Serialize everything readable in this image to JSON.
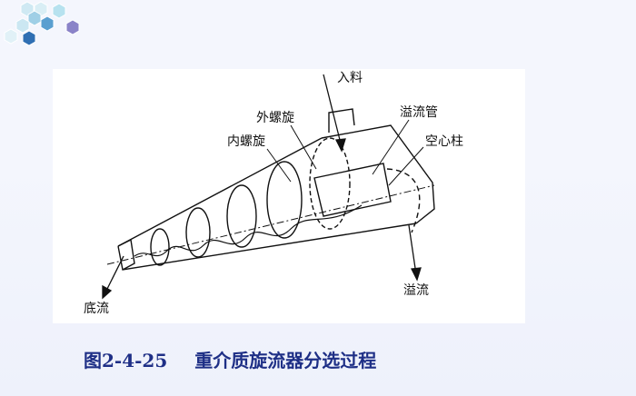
{
  "labels": {
    "feed": "入料",
    "outer_spiral": "外螺旋",
    "inner_spiral": "内螺旋",
    "overflow_pipe": "溢流管",
    "air_core": "空心柱",
    "underflow": "底流",
    "overflow": "溢流"
  },
  "caption": {
    "number": "图2-4-25",
    "title": "重介质旋流器分选过程"
  },
  "colors": {
    "caption": "#1e2f86",
    "hex_light": "#b7e2ef",
    "hex_mid": "#5a9fd0",
    "hex_dark": "#2f6fb3",
    "hex_purple": "#8a83c8"
  }
}
